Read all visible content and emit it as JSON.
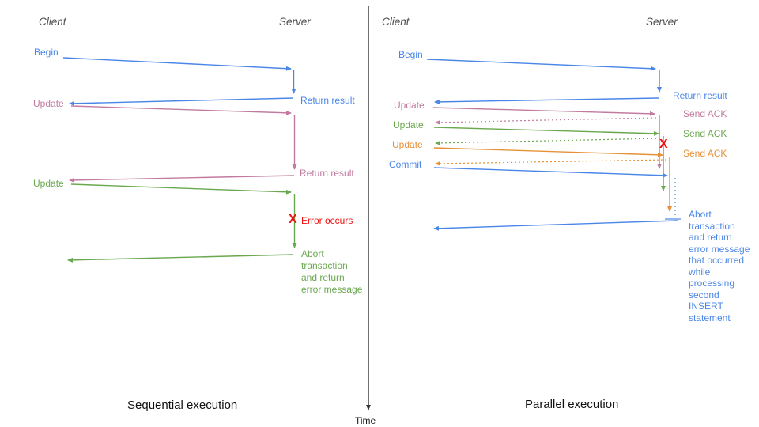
{
  "colors": {
    "blue": "#4a86e8",
    "pink": "#c27ba0",
    "green": "#6aa84f",
    "orange": "#e69138",
    "red": "#ee1111",
    "header_gray": "#4d4d4d"
  },
  "axis": {
    "label": "Time"
  },
  "left": {
    "caption": "Sequential execution",
    "client": "Client",
    "server": "Server",
    "begin": "Begin",
    "return_result_1": "Return result",
    "update_1": "Update",
    "return_result_2": "Return result",
    "update_2": "Update",
    "error_marker": "X",
    "error_label": "Error occurs",
    "abort": "Abort\ntransaction\nand return\nerror message"
  },
  "right": {
    "caption": "Parallel execution",
    "client": "Client",
    "server": "Server",
    "begin": "Begin",
    "return_result": "Return result",
    "update_1": "Update",
    "send_ack_1": "Send ACK",
    "update_2": "Update",
    "send_ack_2": "Send ACK",
    "update_3": "Update",
    "send_ack_3": "Send ACK",
    "commit": "Commit",
    "error_marker": "X",
    "abort": "Abort\ntransaction\nand return\nerror message\nthat occurred\nwhile\nprocessing\nsecond\nINSERT\nstatement"
  }
}
